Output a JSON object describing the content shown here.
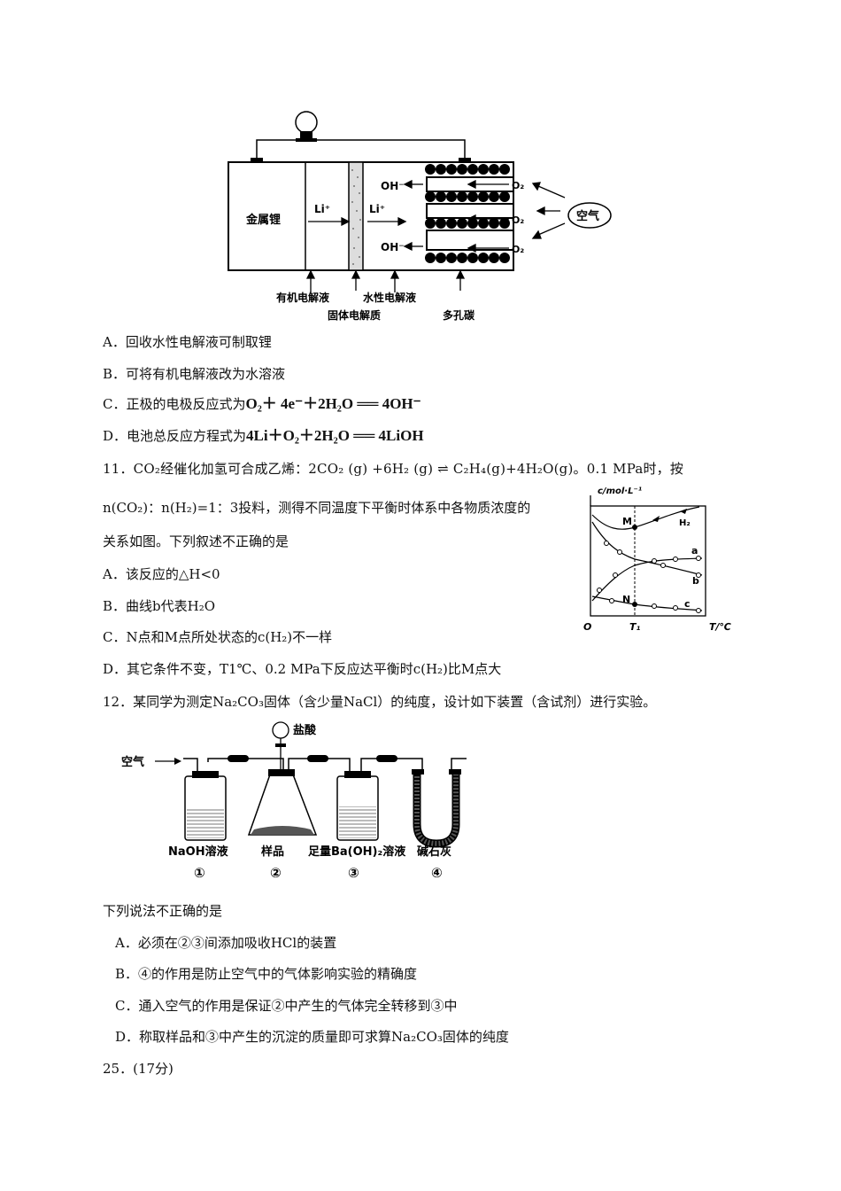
{
  "battery": {
    "left_label": "金属锂",
    "li_ion_1": "Li⁺",
    "li_ion_2": "Li⁺",
    "oh_1": "OH⁻",
    "oh_2": "OH⁻",
    "o2_1": "O₂",
    "o2_2": "O₂",
    "o2_3": "O₂",
    "air": "空气",
    "organic": "有机电解液",
    "aqueous": "水性电解液",
    "solid": "固体电解质",
    "carbon": "多孔碳"
  },
  "q10": {
    "A": "A．回收水性电解液可制取锂",
    "B": "B．可将有机电解液改为水溶液",
    "C_prefix": "C．正极的电极反应式为",
    "C_eq": "O₂＋ 4e⁻＋2H₂O ══ 4OH⁻",
    "D_prefix": "D．电池总反应方程式为",
    "D_eq": "4Li＋O₂＋2H₂O ══ 4LiOH"
  },
  "q11": {
    "line1": "11．CO₂经催化加氢可合成乙烯：2CO₂ (g) +6H₂ (g) ⇌ C₂H₄(g)+4H₂O(g)。0.1 MPa时，按",
    "line2": "n(CO₂)：n(H₂)=1：3投料，测得不同温度下平衡时体系中各物质浓度的",
    "line3": "关系如图。下列叙述不正确的是",
    "A": "A．该反应的△H<0",
    "B": "B．曲线b代表H₂O",
    "C": "C．N点和M点所处状态的c(H₂)不一样",
    "D": "D．其它条件不变，T1℃、0.2 MPa下反应达平衡时c(H₂)比M点大"
  },
  "chart_labels": {
    "ylabel": "c/mol·L⁻¹",
    "xlabel": "T/℃",
    "origin": "O",
    "t1": "T₁",
    "M": "M",
    "N": "N",
    "h2": "H₂",
    "a": "a",
    "b": "b",
    "c": "c"
  },
  "q12": {
    "stem": "12．某同学为测定Na₂CO₃固体（含少量NaCl）的纯度，设计如下装置（含试剂）进行实验。",
    "air": "空气",
    "hcl": "盐酸",
    "labels": [
      "NaOH溶液",
      "样品",
      "足量Ba(OH)₂溶液",
      "碱石灰"
    ],
    "nums": [
      "①",
      "②",
      "③",
      "④"
    ],
    "intro": "下列说法不正确的是",
    "A": "A．必须在②③间添加吸收HCl的装置",
    "B": "B．④的作用是防止空气中的气体影响实验的精确度",
    "C": "C．通入空气的作用是保证②中产生的气体完全转移到③中",
    "D": "D．称取样品和③中产生的沉淀的质量即可求算Na₂CO₃固体的纯度"
  },
  "q25": "25．(17分)"
}
